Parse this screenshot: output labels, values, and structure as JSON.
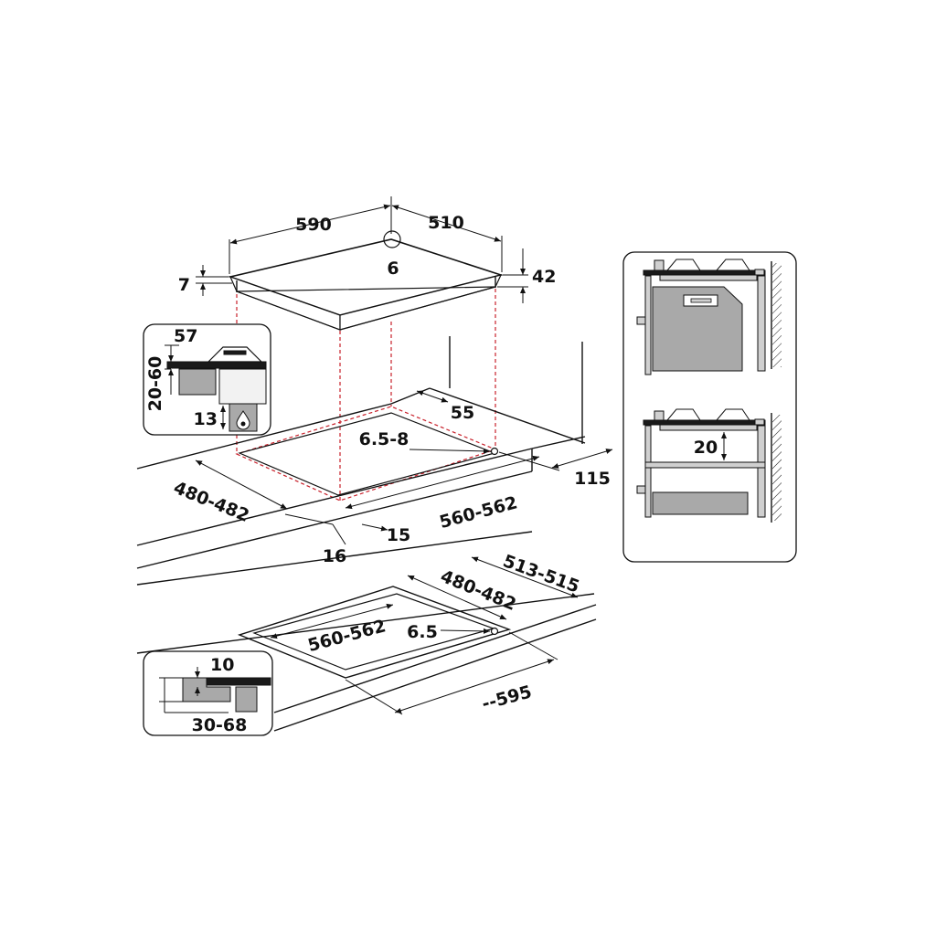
{
  "labels": {
    "width_590": "590",
    "depth_510": "510",
    "corner_6": "6",
    "thickness_7": "7",
    "height_42": "42",
    "detail_57": "57",
    "detail_20_60": "20-60",
    "detail_13": "13",
    "rear_55": "55",
    "hole_6_5_8": "6.5-8",
    "cut_depth_480_482": "480-482",
    "cut_width_560_562": "560-562",
    "side_115": "115",
    "front_15": "15",
    "front_16": "16",
    "inset_depth_513_515": "513-515",
    "inset_cut_depth_480_482": "480-482",
    "inset_cut_width_560_562": "560-562",
    "inset_hole_6_5": "6.5",
    "inset_width_595": "--595",
    "inset_detail_10": "10",
    "inset_detail_30_68": "30-68",
    "gap_20": "20"
  },
  "icons": {
    "gas": "gas-flame-icon"
  },
  "colors": {
    "line": "#111111",
    "dashed_projection": "#c8202a",
    "grey_fill": "#a9a9a9",
    "light_fill": "#d0d0d0",
    "dark_fill": "#1a1a1a"
  }
}
